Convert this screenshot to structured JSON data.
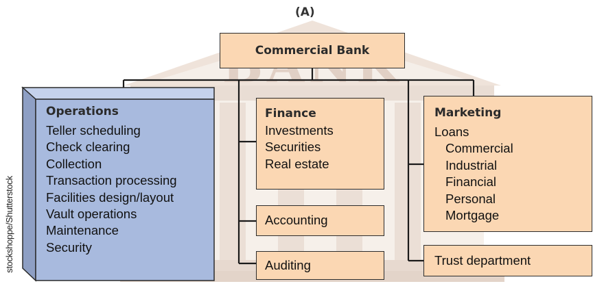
{
  "label": "(A)",
  "root": "Commercial Bank",
  "operations": {
    "title": "Operations",
    "items": [
      "Teller scheduling",
      "Check clearing",
      "Collection",
      "Transaction processing",
      "Facilities design/layout",
      "Vault operations",
      "Maintenance",
      "Security"
    ]
  },
  "finance": {
    "title": "Finance",
    "items": [
      "Investments",
      "Securities",
      "Real estate"
    ]
  },
  "accounting": "Accounting",
  "auditing": "Auditing",
  "marketing": {
    "title": "Marketing",
    "items": [
      "Loans",
      "Commercial",
      "Industrial",
      "Financial",
      "Personal",
      "Mortgage"
    ]
  },
  "trust": "Trust department",
  "credit": "stockshoppe/Shutterstock",
  "colors": {
    "orange": "#fbd7b3",
    "blue": "#a8bade",
    "line": "#1a1a1a",
    "building": "#d9c5b4"
  }
}
